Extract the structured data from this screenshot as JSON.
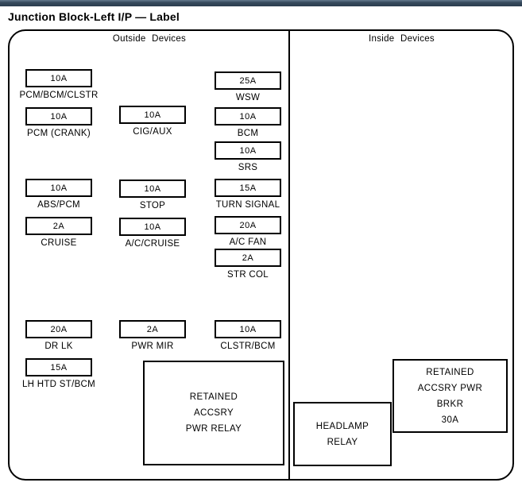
{
  "title": "Junction Block-Left I/P — Label",
  "sections": {
    "outside": "Outside Devices",
    "inside": "Inside Devices"
  },
  "fuses": [
    {
      "amp": "10A",
      "label": "PCM/BCM/CLSTR"
    },
    {
      "amp": "10A",
      "label": "PCM (CRANK)"
    },
    {
      "amp": "10A",
      "label": "ABS/PCM"
    },
    {
      "amp": "2A",
      "label": "CRUISE"
    },
    {
      "amp": "20A",
      "label": "DR LK"
    },
    {
      "amp": "15A",
      "label": "LH HTD ST/BCM"
    },
    {
      "amp": "10A",
      "label": "CIG/AUX"
    },
    {
      "amp": "10A",
      "label": "STOP"
    },
    {
      "amp": "10A",
      "label": "A/C/CRUISE"
    },
    {
      "amp": "2A",
      "label": "PWR MIR"
    },
    {
      "amp": "25A",
      "label": "WSW"
    },
    {
      "amp": "10A",
      "label": "BCM"
    },
    {
      "amp": "10A",
      "label": "SRS"
    },
    {
      "amp": "15A",
      "label": "TURN SIGNAL"
    },
    {
      "amp": "20A",
      "label": "A/C FAN"
    },
    {
      "amp": "2A",
      "label": "STR COL"
    },
    {
      "amp": "10A",
      "label": "CLSTR/BCM"
    }
  ],
  "relays": {
    "rap_relay": {
      "line1": "RETAINED",
      "line2": "ACCSRY",
      "line3": "PWR RELAY"
    },
    "headlamp": {
      "line1": "HEADLAMP",
      "line2": "RELAY"
    },
    "rap_brkr": {
      "line1": "RETAINED",
      "line2": "ACCSRY PWR",
      "line3": "BRKR",
      "line4": "30A"
    }
  },
  "colors": {
    "top_bar": "#36495c",
    "line": "#000000",
    "background": "#ffffff"
  }
}
